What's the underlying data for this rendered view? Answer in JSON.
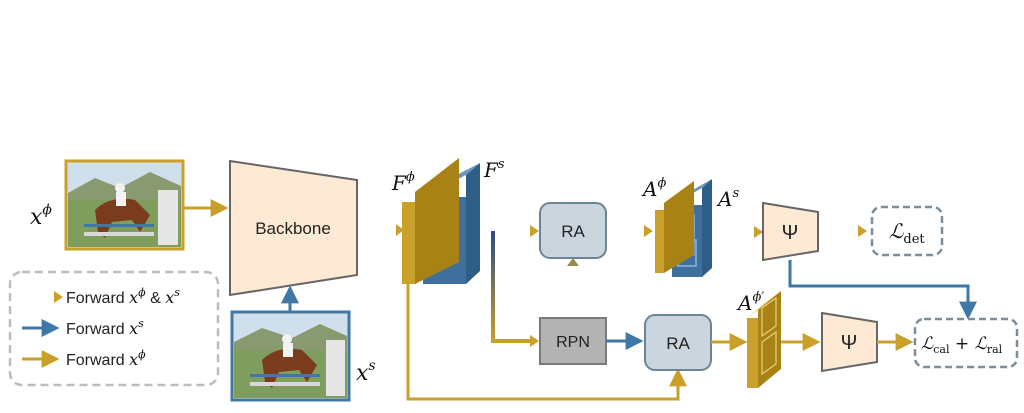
{
  "labels": {
    "backbone": "Backbone",
    "ra_top": "RA",
    "ra_bottom": "RA",
    "rpn": "RPN",
    "psi_top": "Ψ",
    "psi_bottom": "Ψ"
  },
  "math": {
    "x_phi_base": "x",
    "x_phi_sup": "ϕ",
    "x_s_base": "x",
    "x_s_sup": "s",
    "F_phi_base": "F",
    "F_phi_sup": "ϕ",
    "F_s_base": "F",
    "F_s_sup": "s",
    "A_phi_base": "A",
    "A_phi_sup": "ϕ",
    "A_s_base": "A",
    "A_s_sup": "s",
    "A_phi_prime_base": "A",
    "A_phi_prime_sup": "ϕ′",
    "loss_det_base": "ℒ",
    "loss_det_sub": "det",
    "loss_cal_base": "ℒ",
    "loss_cal_sub": "cal",
    "loss_plus": " + ",
    "loss_ral_base": "ℒ",
    "loss_ral_sub": "ral"
  },
  "legend": [
    {
      "prefix": "Forward ",
      "m1": "x",
      "m1sup": "ϕ",
      "mid": " & ",
      "m2": "x",
      "m2sup": "s"
    },
    {
      "prefix": "Forward ",
      "m1": "x",
      "m1sup": "s"
    },
    {
      "prefix": "Forward ",
      "m1": "x",
      "m1sup": "ϕ"
    }
  ],
  "colors": {
    "gold": "#c8a02a",
    "blue": "#3f77a6",
    "navy": "#2b4a86",
    "box_fill": "#cbd5de",
    "box_stroke": "#6c8596",
    "peach": "#fde9d4",
    "rpn_fill": "#b3b3b3"
  }
}
